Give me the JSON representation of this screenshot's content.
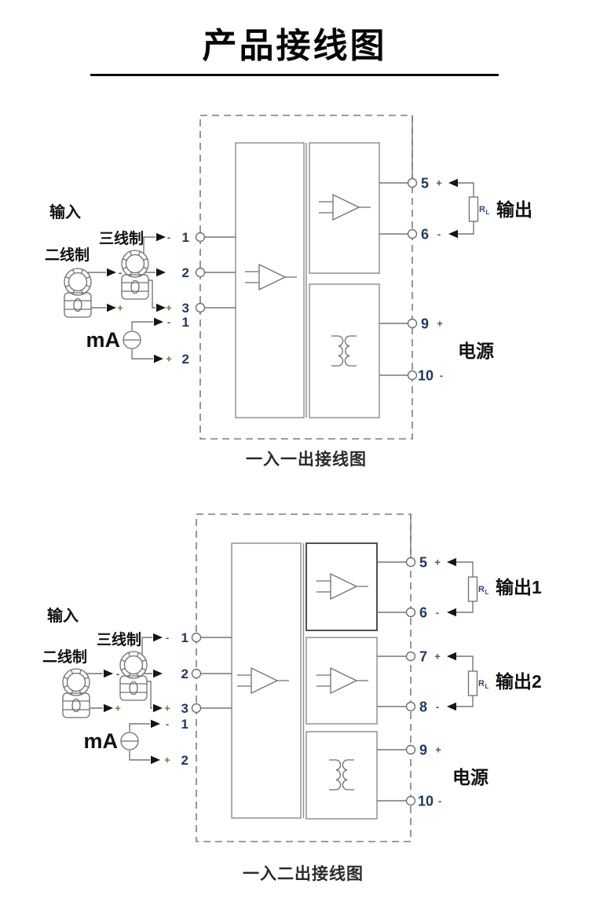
{
  "page": {
    "title": "产品接线图"
  },
  "colors": {
    "terminal_number": "#1f3864",
    "plus_sign": "#8a6d35",
    "minus_sign": "#3f5577",
    "wire": "#777777",
    "dashed_border": "#7d7d7d"
  },
  "diagram1": {
    "caption": "一入一出接线图",
    "labels": {
      "input": "输入",
      "two_wire": "二线制",
      "three_wire": "三线制",
      "ma": "mA",
      "output": "输出",
      "power": "电源",
      "r": "R",
      "r_sub": "L"
    },
    "input_rows": [
      {
        "sign": "-",
        "num": "1"
      },
      {
        "sign": "",
        "num": "2"
      },
      {
        "sign": "+",
        "num": "3"
      }
    ],
    "two_wire_signs": {
      "minus": "-",
      "plus": "+"
    },
    "ma_rows": [
      {
        "sign": "-",
        "num": "1"
      },
      {
        "sign": "+",
        "num": "2"
      }
    ],
    "output_rows": [
      {
        "num": "5",
        "sign": "+"
      },
      {
        "num": "6",
        "sign": "-"
      }
    ],
    "power_rows": [
      {
        "num": "9",
        "sign": "+"
      },
      {
        "num": "10",
        "sign": "-"
      }
    ]
  },
  "diagram2": {
    "caption": "一入二出接线图",
    "labels": {
      "input": "输入",
      "two_wire": "二线制",
      "three_wire": "三线制",
      "ma": "mA",
      "output1": "输出1",
      "output2": "输出2",
      "power": "电源",
      "r": "R",
      "r_sub": "L"
    },
    "input_rows": [
      {
        "sign": "-",
        "num": "1"
      },
      {
        "sign": "",
        "num": "2"
      },
      {
        "sign": "+",
        "num": "3"
      }
    ],
    "two_wire_signs": {
      "minus": "-",
      "plus": "+"
    },
    "ma_rows": [
      {
        "sign": "-",
        "num": "1"
      },
      {
        "sign": "+",
        "num": "2"
      }
    ],
    "output1_rows": [
      {
        "num": "5",
        "sign": "+"
      },
      {
        "num": "6",
        "sign": "-"
      }
    ],
    "output2_rows": [
      {
        "num": "7",
        "sign": "+"
      },
      {
        "num": "8",
        "sign": "-"
      }
    ],
    "power_rows": [
      {
        "num": "9",
        "sign": "+"
      },
      {
        "num": "10",
        "sign": "-"
      }
    ]
  }
}
